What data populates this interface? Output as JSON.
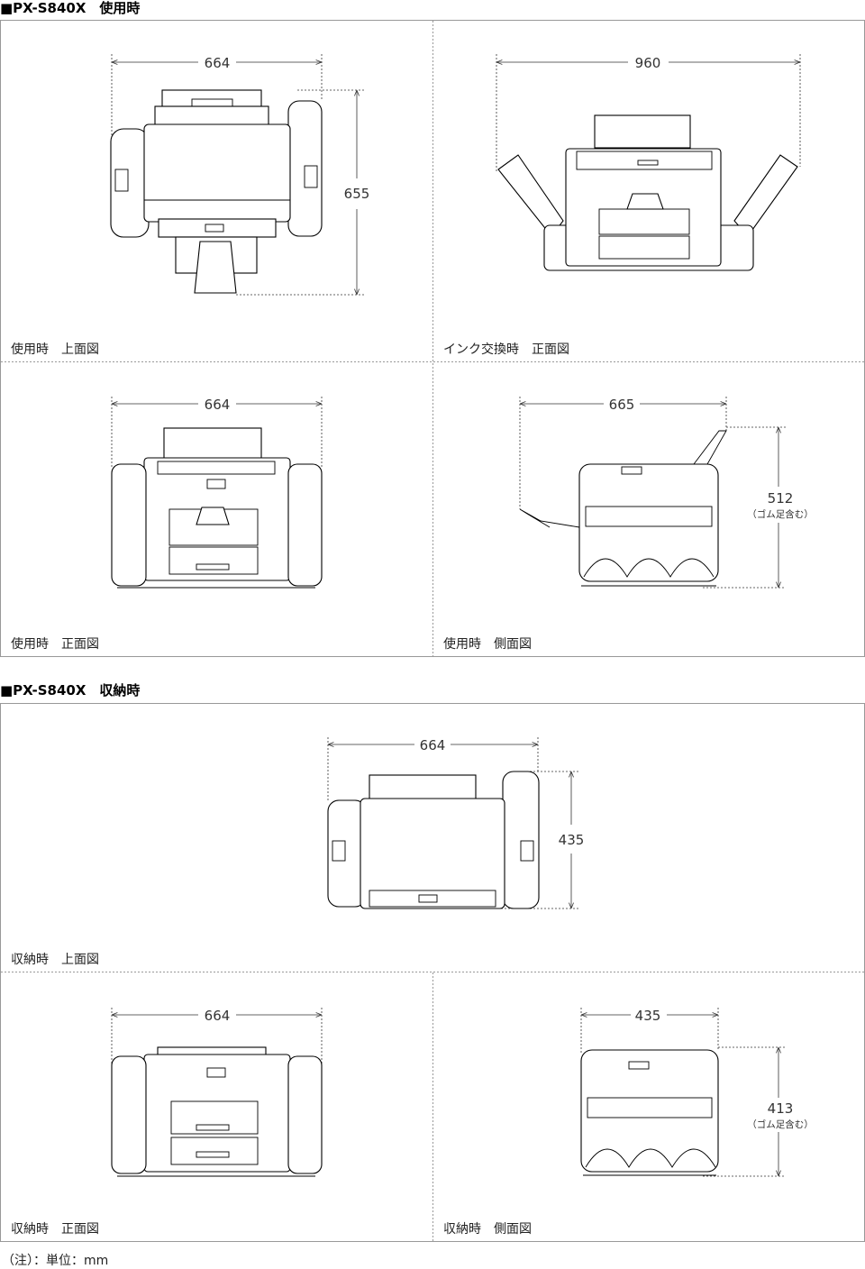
{
  "sections": [
    {
      "heading": "■PX-S840X　使用時",
      "panels": [
        {
          "caption": "使用時　上面図",
          "width": "664",
          "depth": "655"
        },
        {
          "caption": "インク交換時　正面図",
          "width": "960"
        },
        {
          "caption": "使用時　正面図",
          "width": "664"
        },
        {
          "caption": "使用時　側面図",
          "depth": "665",
          "height": "512",
          "height_note": "（ゴム足含む）"
        }
      ]
    },
    {
      "heading": "■PX-S840X　収納時",
      "panels": [
        {
          "caption": "収納時　上面図",
          "width": "664",
          "depth": "435"
        },
        {
          "caption": "収納時　正面図",
          "width": "664"
        },
        {
          "caption": "収納時　側面図",
          "depth": "435",
          "height": "413",
          "height_note": "（ゴム足含む）"
        }
      ]
    }
  ],
  "note": "（注）：単位：mm"
}
